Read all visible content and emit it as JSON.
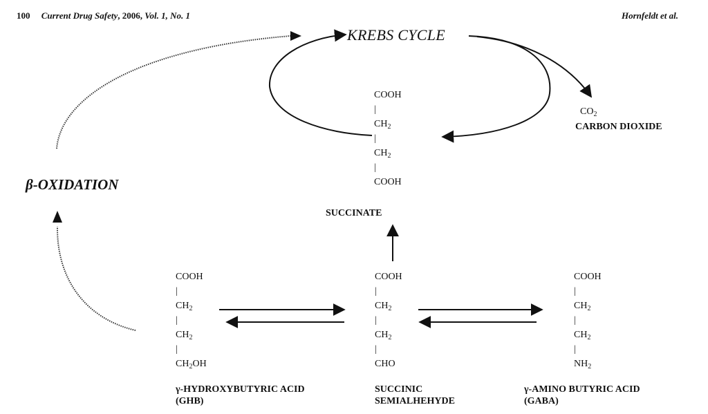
{
  "header": {
    "page_number": "100",
    "journal": "Current Drug Safety",
    "year": "2006",
    "volume": "Vol. 1, No. 1",
    "authors": "Hornfeldt et al."
  },
  "diagram": {
    "krebs_cycle": "KREBS CYCLE",
    "beta_oxidation": "β-OXIDATION",
    "co2": {
      "formula_main": "CO",
      "formula_sub": "2",
      "label": "CARBON DIOXIDE"
    },
    "succinate": {
      "structure": [
        "COOH",
        "|",
        "CH2",
        "|",
        "CH2",
        "|",
        "COOH"
      ],
      "label": "SUCCINATE"
    },
    "ghb": {
      "structure": [
        "COOH",
        "|",
        "CH2",
        "|",
        "CH2",
        "|",
        "CH2OH"
      ],
      "label_line1": "γ-HYDROXYBUTYRIC ACID",
      "label_line2": "(GHB)"
    },
    "ssa": {
      "structure": [
        "COOH",
        "|",
        "CH2",
        "|",
        "CH2",
        "|",
        "CHO"
      ],
      "label_line1": "SUCCINIC",
      "label_line2": "SEMIALHEHYDE"
    },
    "gaba": {
      "structure": [
        "COOH",
        "|",
        "CH2",
        "|",
        "CH2",
        "|",
        "NH2"
      ],
      "label_line1": "γ-AMINO BUTYRIC ACID",
      "label_line2": "(GABA)"
    },
    "edges": [
      {
        "from": "ghb",
        "to": "ssa",
        "style": "solid"
      },
      {
        "from": "ssa",
        "to": "ghb",
        "style": "solid"
      },
      {
        "from": "ssa",
        "to": "gaba",
        "style": "solid"
      },
      {
        "from": "gaba",
        "to": "ssa",
        "style": "solid"
      },
      {
        "from": "ssa",
        "to": "succinate",
        "style": "solid"
      },
      {
        "from": "krebs_cycle",
        "to": "co2",
        "style": "solid"
      },
      {
        "from": "ghb",
        "to": "beta_oxidation",
        "style": "dotted"
      },
      {
        "from": "beta_oxidation",
        "to": "krebs_cycle",
        "style": "dotted"
      }
    ]
  }
}
